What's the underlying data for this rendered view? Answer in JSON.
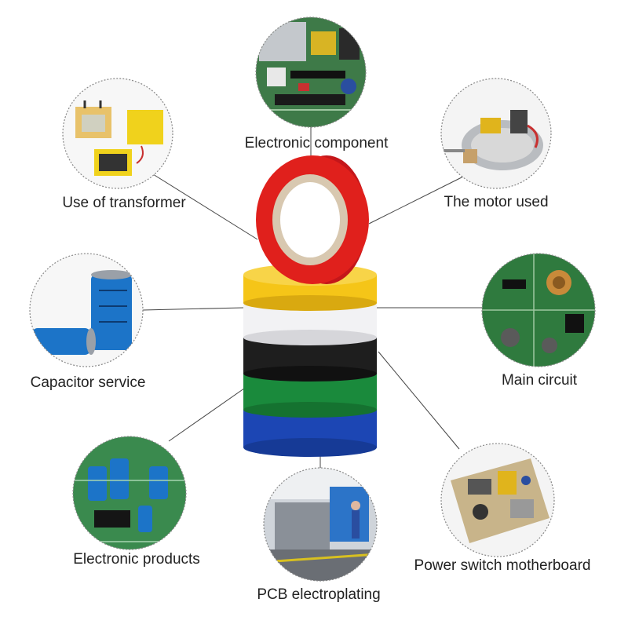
{
  "palette": {
    "red": "#e0201c",
    "yellow": "#f5c518",
    "white": "#f2f2f4",
    "black": "#1e1e1e",
    "green": "#1a8a3c",
    "blue": "#1c46b4",
    "leader_line": "#444444",
    "circle_border": "#888888"
  },
  "applications": [
    {
      "id": "electronic-component",
      "label": "Electronic component",
      "icon": "circuit-board-icon"
    },
    {
      "id": "motor",
      "label": "The motor used",
      "icon": "motor-icon"
    },
    {
      "id": "transformer",
      "label": "Use of transformer",
      "icon": "transformer-icon"
    },
    {
      "id": "capacitor",
      "label": "Capacitor service",
      "icon": "capacitor-icon"
    },
    {
      "id": "main-circuit",
      "label": "Main circuit",
      "icon": "circuit-board-icon"
    },
    {
      "id": "electronic-products",
      "label": "Electronic products",
      "icon": "circuit-board-icon"
    },
    {
      "id": "pcb-electroplating",
      "label": "PCB electroplating",
      "icon": "factory-line-icon"
    },
    {
      "id": "power-switch",
      "label": "Power switch motherboard",
      "icon": "power-board-icon"
    }
  ]
}
